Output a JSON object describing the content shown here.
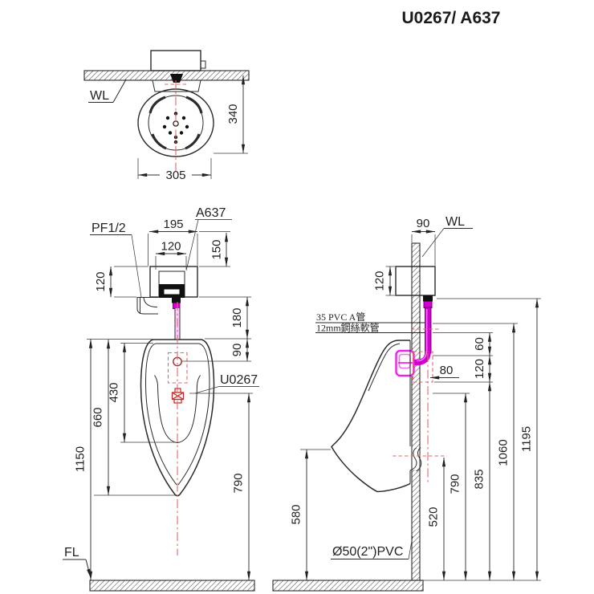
{
  "title": "U0267/ A637",
  "colors": {
    "label_red": "#dd1515",
    "dash_red": "#e06868",
    "magenta": "#d800d8",
    "magenta_light": "#ff7bff",
    "line": "#2b2b2b"
  },
  "top_view": {
    "wall_label": "WL",
    "dims": {
      "depth": "340",
      "width": "305"
    }
  },
  "front_view": {
    "supply_label": "PF1/2",
    "valve_label": "A637",
    "product_label": "U0267",
    "floor_label": "FL",
    "dims": {
      "cover_width": "195",
      "faceplate_width": "120",
      "upper_height": "150",
      "cover_height": "120",
      "below_cover": "180",
      "rim_to_spreader": "90",
      "bowl_depth": "430",
      "body_height": "660",
      "rim_height": "1150",
      "outlet_height": "790"
    }
  },
  "side_view": {
    "wall_label": "WL",
    "supply_pipe_label": "35 PVC A管",
    "hose_label": "12mm鋼絲軟管",
    "drain_label": "Ø50(2\")PVC",
    "dims": {
      "box_depth": "90",
      "box_height": "120",
      "hose_drop": "60",
      "elbow_drop": "120",
      "inlet_offset": "80",
      "drain_height": "520",
      "lip_height": "580",
      "outlet_height": "790",
      "spud_height": "835",
      "hose_height": "1060",
      "valve_bottom_height": "1195"
    }
  }
}
